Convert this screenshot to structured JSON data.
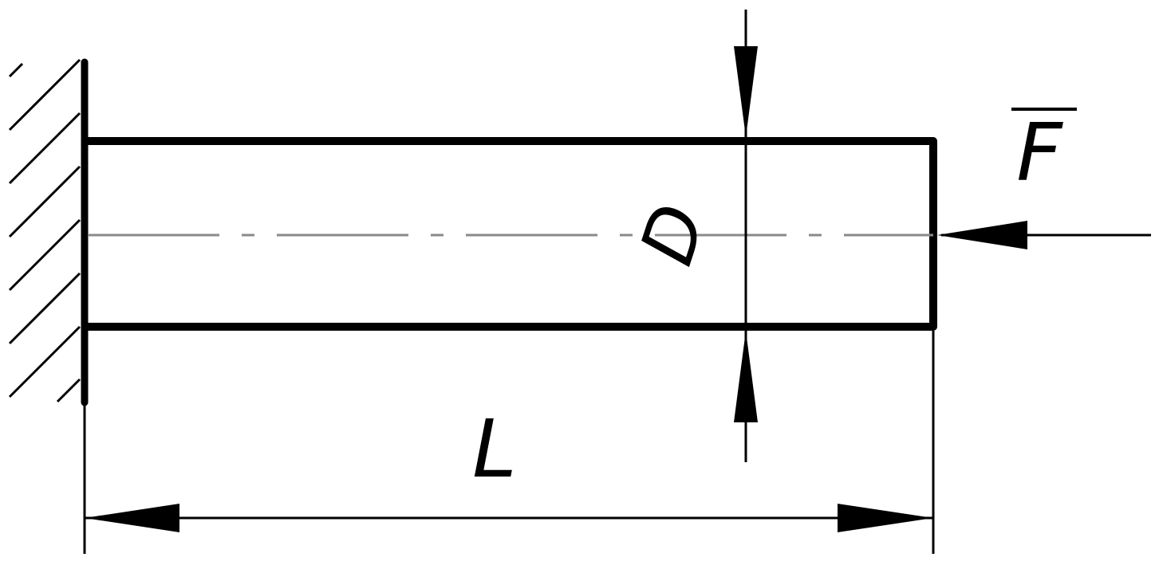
{
  "labels": {
    "diameter": "D",
    "length": "L",
    "force": "F"
  },
  "colors": {
    "line": "#000000",
    "centerline": "#8a8a8a",
    "background": "#ffffff"
  }
}
